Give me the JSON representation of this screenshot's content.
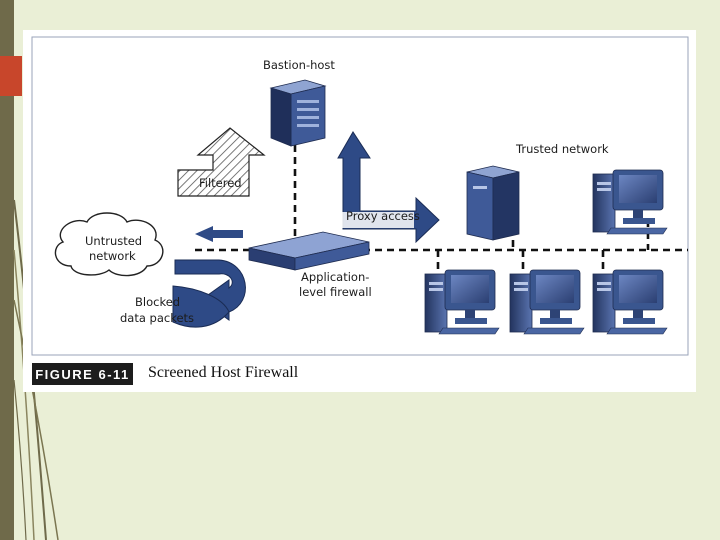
{
  "labels": {
    "bastion": "Bastion-host",
    "trusted": "Trusted network",
    "filtered": "Filtered",
    "proxy": "Proxy access",
    "untrusted_line1": "Untrusted",
    "untrusted_line2": "network",
    "firewall_line1": "Application-",
    "firewall_line2": "level firewall",
    "blocked_line1": "Blocked",
    "blocked_line2": "data packets"
  },
  "caption": {
    "number": "FIGURE 6-11",
    "title": "Screened Host Firewall"
  },
  "colors": {
    "background": "#eaefd6",
    "accent": "#c8462b",
    "arrow_blue": "#2e4a86",
    "device_blue": "#34528f"
  }
}
